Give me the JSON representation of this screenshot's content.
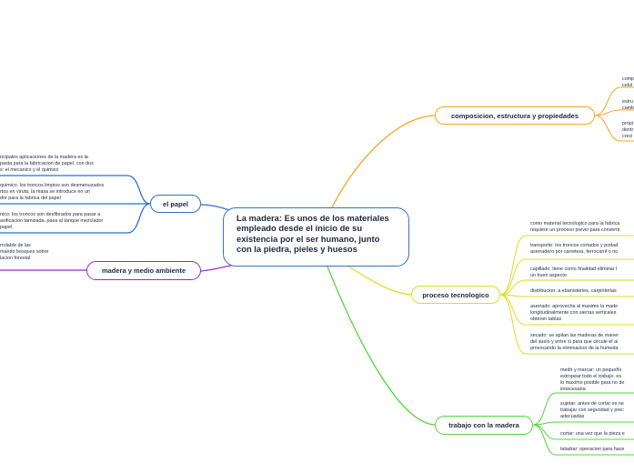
{
  "central": "La madera: Es unos de los materiales empleado desde el inicio de su existencia por el ser humano, junto con la piedra, pieles y huesos",
  "colors": {
    "central": "#3b6fc2",
    "composicion": "#f5a623",
    "papel": "#2e6fd1",
    "ambiente": "#9b27c9",
    "proceso": "#d9e021",
    "trabajo": "#55d63c"
  },
  "composicion": {
    "label": "composicion, estructura y propiedades",
    "items": [
      "comp\ncelul",
      "estru\ncamb",
      "propi\ndentr\ncreci"
    ]
  },
  "papel": {
    "label": "el papel",
    "items": [
      "ncipales aplicaciones de la madera es la\npasta para la fabricacion de papel. con dos\ns: el mecanico y el quimico",
      "quimico: los troncos limpios son desmenuzados\nrtos en viruta. la masa se introduce en un\ndor para la fabrica del papel",
      "nico: los troncos son desfibrados para pasar a\nasificacion tamizada. pasa al tanque mezclador\npapel."
    ]
  },
  "ambiente": {
    "label": "madera y medio ambiente",
    "items": [
      "rrolable de las\nmando bosques sobre\nlacion forestal"
    ]
  },
  "proceso": {
    "label": "proceso tecnologico",
    "items": [
      "como material tecnologico para la fabrica\nrequiere un proceso previo para convertir",
      "transporte: los troncos cortados y podad\naserradero por carretera, ferrocarril o rio",
      "capillado: tiene como finalidad eliminar l\nun buen aspecto",
      "distribucion: a ebanisteries, carpinterias",
      "aserrado: aprovecha al maximo la made\nlongitudinalmente con sierras verticales\nobtener tablas",
      "secado: se apilan las maderas de maner\ndel suelo y entre si para que circule el ai\nprovocando la eliminacion de la humeda"
    ]
  },
  "trabajo": {
    "label": "trabajo con la madera",
    "items": [
      "medir y marcar: un pequeño\nestropear todo el trabajo. es\nlo maximo posible para no de\ninnecesaria",
      "sujetar: antes de cortar es ne\ntrabajar con seguridad y prec\nadecuadas",
      "cortar: una vez que la pieza e",
      "taladrar: operacion para hace"
    ]
  }
}
